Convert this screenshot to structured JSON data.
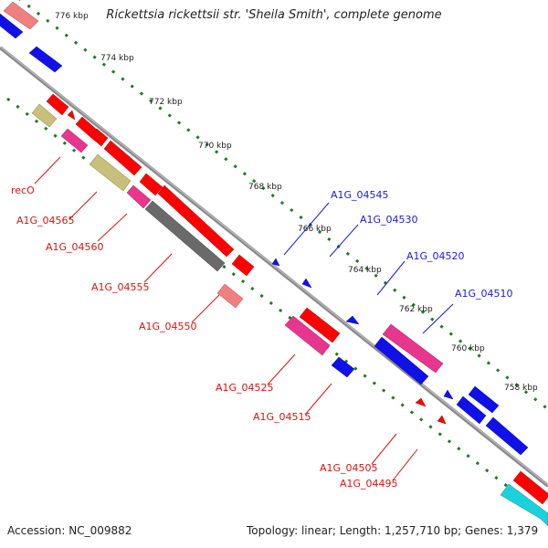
{
  "header": {
    "title": "Rickettsia rickettsii str. 'Sheila Smith', complete genome"
  },
  "footer": {
    "accession": "Accession: NC_009882",
    "summary": "Topology: linear; Length: 1,257,710 bp; Genes: 1,379"
  },
  "colors": {
    "background": "#ffffff",
    "backbone": "#8a8a8a",
    "forward_label": "#1a1ae0",
    "reverse_label": "#e01010",
    "tick_dots": "#1f7a1f",
    "red": "#ff0000",
    "pink": "#e8368f",
    "blue": "#1010e8",
    "olive": "#c8c07a",
    "gray": "#6a6a6a",
    "salmon": "#f08080",
    "cyan": "#19d2dc"
  },
  "scale_labels": [
    "776 kbp",
    "774 kbp",
    "772 kbp",
    "770 kbp",
    "768 kbp",
    "766 kbp",
    "764 kbp",
    "762 kbp",
    "760 kbp",
    "758 kbp"
  ],
  "forward_labels": [
    "A1G_04545",
    "A1G_04530",
    "A1G_04520",
    "A1G_04510"
  ],
  "reverse_labels": [
    "recO",
    "A1G_04565",
    "A1G_04560",
    "A1G_04555",
    "A1G_04550",
    "A1G_04525",
    "A1G_04515",
    "A1G_04505",
    "A1G_04495"
  ]
}
